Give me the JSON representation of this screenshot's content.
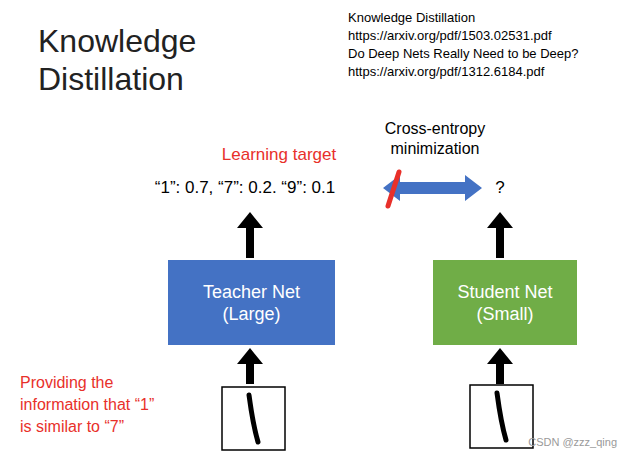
{
  "diagram": {
    "title": "Knowledge Distillation",
    "nodes": [
      {
        "text": [
          "Teacher Net (Large)"
        ]
      },
      {
        "text": [
          "Student Net (Small)"
        ]
      }
    ],
    "labels": [
      "Knowledge Distillation",
      "https://arxiv.org/pdf/1503.02531.pdf",
      "Do Deep Nets Really Need to be Deep?",
      "https://arxiv.org/pdf/1312.6184.pdf",
      "Cross-entropy minimization",
      "Learning target",
      "“1”: 0.7, “7”: 0.2. “9”: 0.1",
      "?",
      "Providing the information that “1” is similar to “7”",
      "CSDN @zzz_qing"
    ]
  }
}
